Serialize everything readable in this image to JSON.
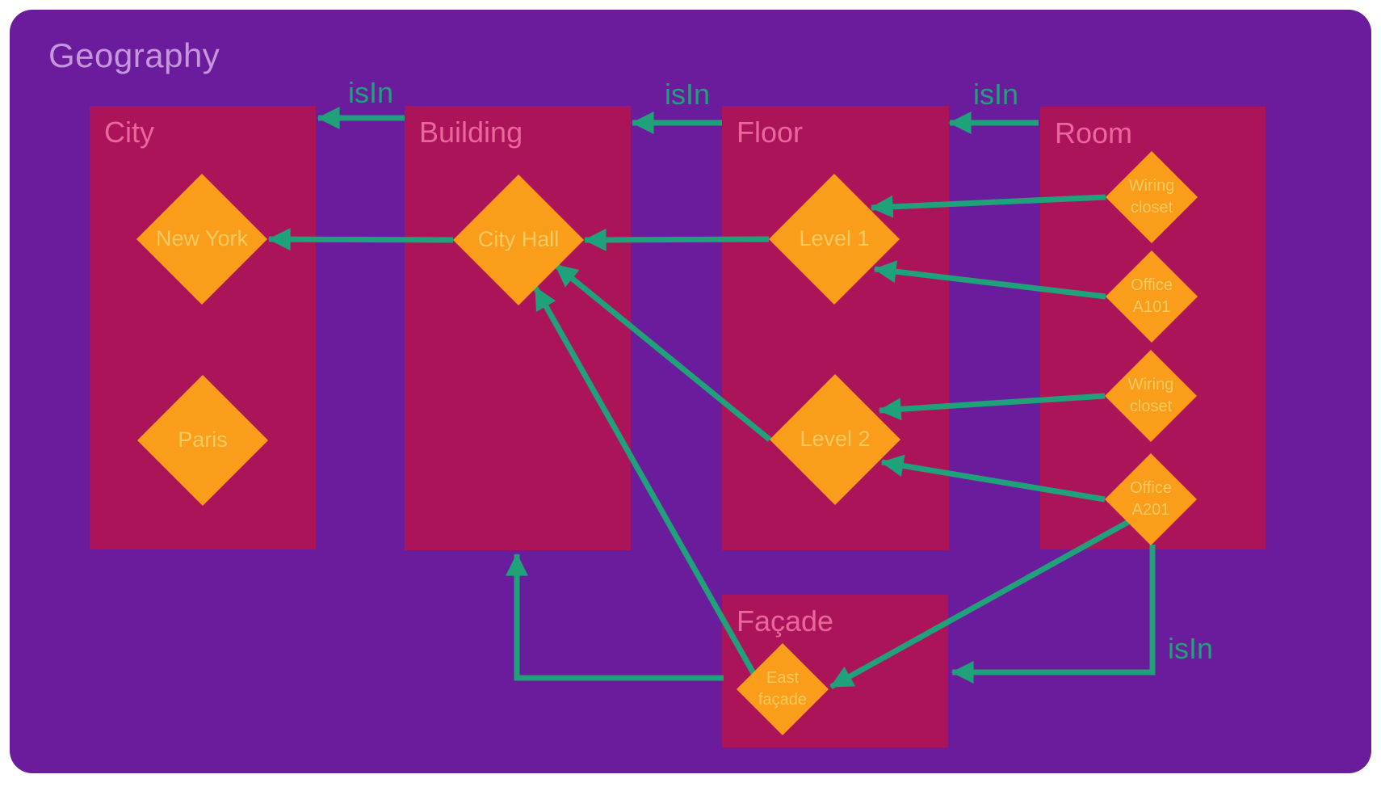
{
  "title": "Geography",
  "boxes": [
    {
      "label": "City"
    },
    {
      "label": "Building"
    },
    {
      "label": "Floor"
    },
    {
      "label": "Room"
    },
    {
      "label": "Façade"
    }
  ],
  "nodes": [
    {
      "id": "new-york",
      "lines": [
        "New York"
      ]
    },
    {
      "id": "paris",
      "lines": [
        "Paris"
      ]
    },
    {
      "id": "city-hall",
      "lines": [
        "City Hall"
      ]
    },
    {
      "id": "level-1",
      "lines": [
        "Level 1"
      ]
    },
    {
      "id": "level-2",
      "lines": [
        "Level 2"
      ]
    },
    {
      "id": "wiring-closet-1",
      "lines": [
        "Wiring",
        "closet"
      ]
    },
    {
      "id": "office-a101",
      "lines": [
        "Office",
        "A101"
      ]
    },
    {
      "id": "wiring-closet-2",
      "lines": [
        "Wiring",
        "closet"
      ]
    },
    {
      "id": "office-a201",
      "lines": [
        "Office",
        "A201"
      ]
    },
    {
      "id": "east-facade",
      "lines": [
        "East",
        "façade"
      ]
    }
  ],
  "edge_labels": [
    "isIn",
    "isIn",
    "isIn",
    "isIn"
  ],
  "colors": {
    "background": "#FFFFFF",
    "container_purple": "#6A1C9C",
    "box_crimson": "#AC1459",
    "diamond_orange": "#F99D1B",
    "arrow_teal": "#1FA17A",
    "box_title_pink": "#E9679A",
    "container_title_lavender": "#C795DC",
    "node_label_yellow": "#F8CB61"
  }
}
